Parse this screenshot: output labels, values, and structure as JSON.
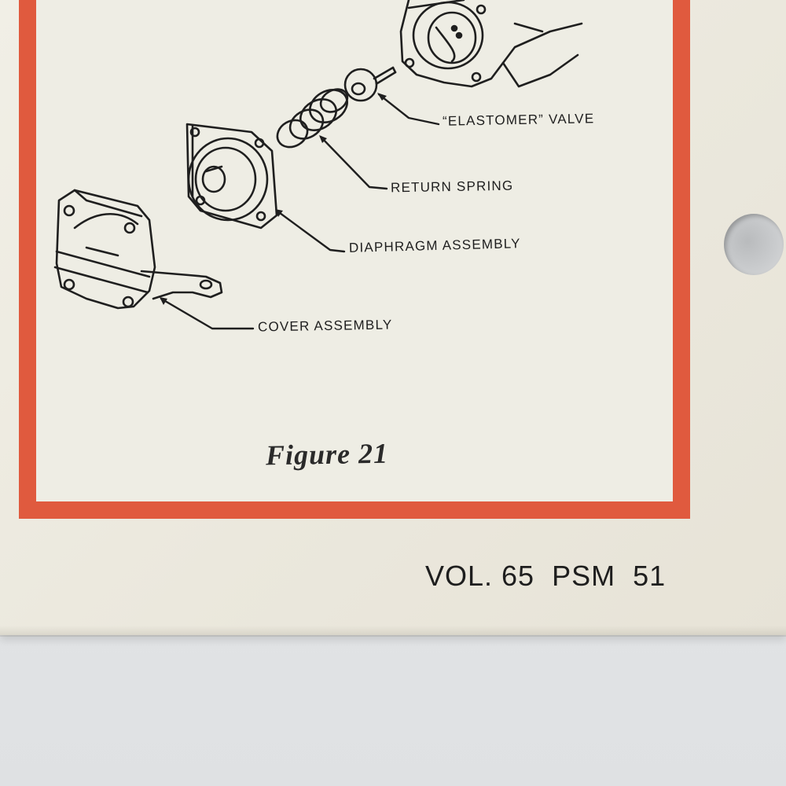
{
  "figure": {
    "labels": {
      "valve": "“ELASTOMER” VALVE",
      "return_spring": "RETURN SPRING",
      "diaphragm": "DIAPHRAGM ASSEMBLY",
      "cover": "COVER ASSEMBLY"
    },
    "caption": "Figure 21"
  },
  "footer": {
    "page_number": "VOL. 65  PSM  51"
  },
  "colors": {
    "frame": "#e05a3e",
    "paper": "#eeede4",
    "ink": "#1e1e1e"
  }
}
